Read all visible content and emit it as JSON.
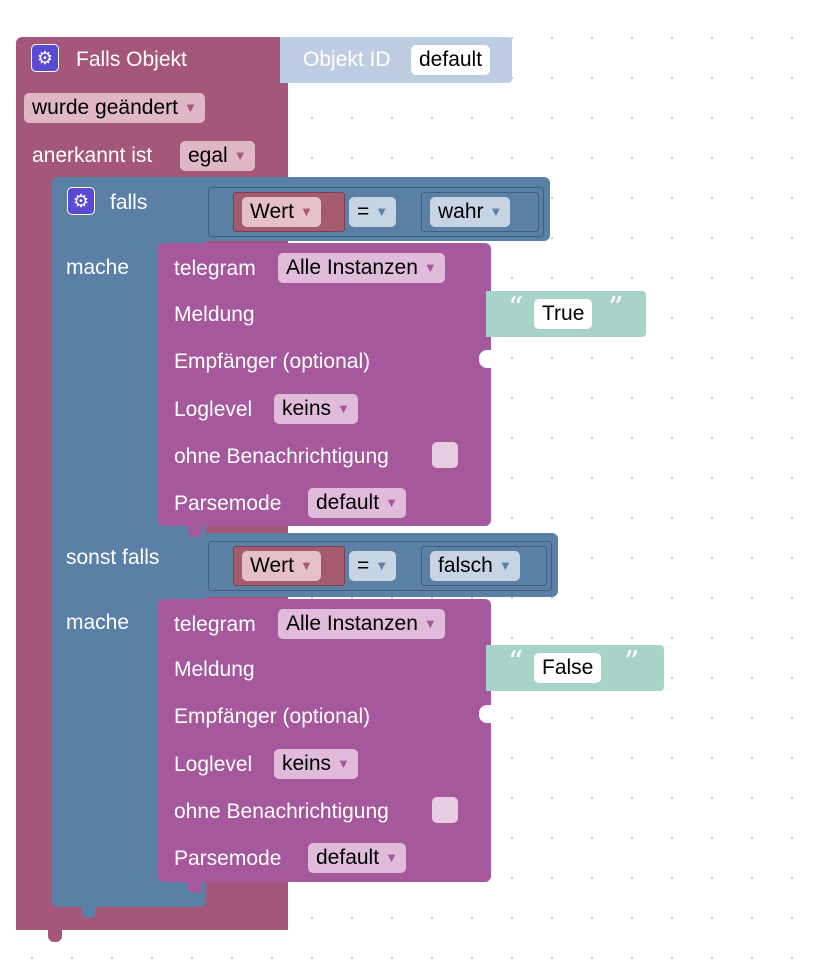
{
  "event_block": {
    "header_label": "Falls Objekt",
    "object_id_label": "Objekt ID",
    "object_id_value": "default",
    "trigger_value": "wurde geändert",
    "acknowledged_label": "anerkannt ist",
    "acknowledged_value": "egal"
  },
  "if_block": {
    "if_label": "falls",
    "do_label_1": "mache",
    "else_if_label": "sonst falls",
    "do_label_2": "mache"
  },
  "conditions": [
    {
      "left": "Wert",
      "operator": "=",
      "right": "wahr"
    },
    {
      "left": "Wert",
      "operator": "=",
      "right": "falsch"
    }
  ],
  "telegram_blocks": [
    {
      "title": "telegram",
      "instance": "Alle Instanzen",
      "message_label": "Meldung",
      "message_value": "True",
      "recipient_label": "Empfänger (optional)",
      "loglevel_label": "Loglevel",
      "loglevel_value": "keins",
      "silent_label": "ohne Benachrichtigung",
      "parsemode_label": "Parsemode",
      "parsemode_value": "default"
    },
    {
      "title": "telegram",
      "instance": "Alle Instanzen",
      "message_label": "Meldung",
      "message_value": "False",
      "recipient_label": "Empfänger (optional)",
      "loglevel_label": "Loglevel",
      "loglevel_value": "keins",
      "silent_label": "ohne Benachrichtigung",
      "parsemode_label": "Parsemode",
      "parsemode_value": "default"
    }
  ],
  "quote_open": "“",
  "quote_close": "”",
  "dropdown_arrow": "▼",
  "icons": {
    "settings": "gear-icon",
    "dropdown": "chevron-down-icon"
  },
  "colors": {
    "event_block": "#a5577a",
    "if_block": "#5b80a5",
    "telegram_block": "#a5589c",
    "condition_block": "#5b80a5",
    "variable_block": "#a55b6e",
    "text_block": "#a7d3c8",
    "object_id_block": "#bfcde2",
    "gear": "#5b4bd4"
  }
}
